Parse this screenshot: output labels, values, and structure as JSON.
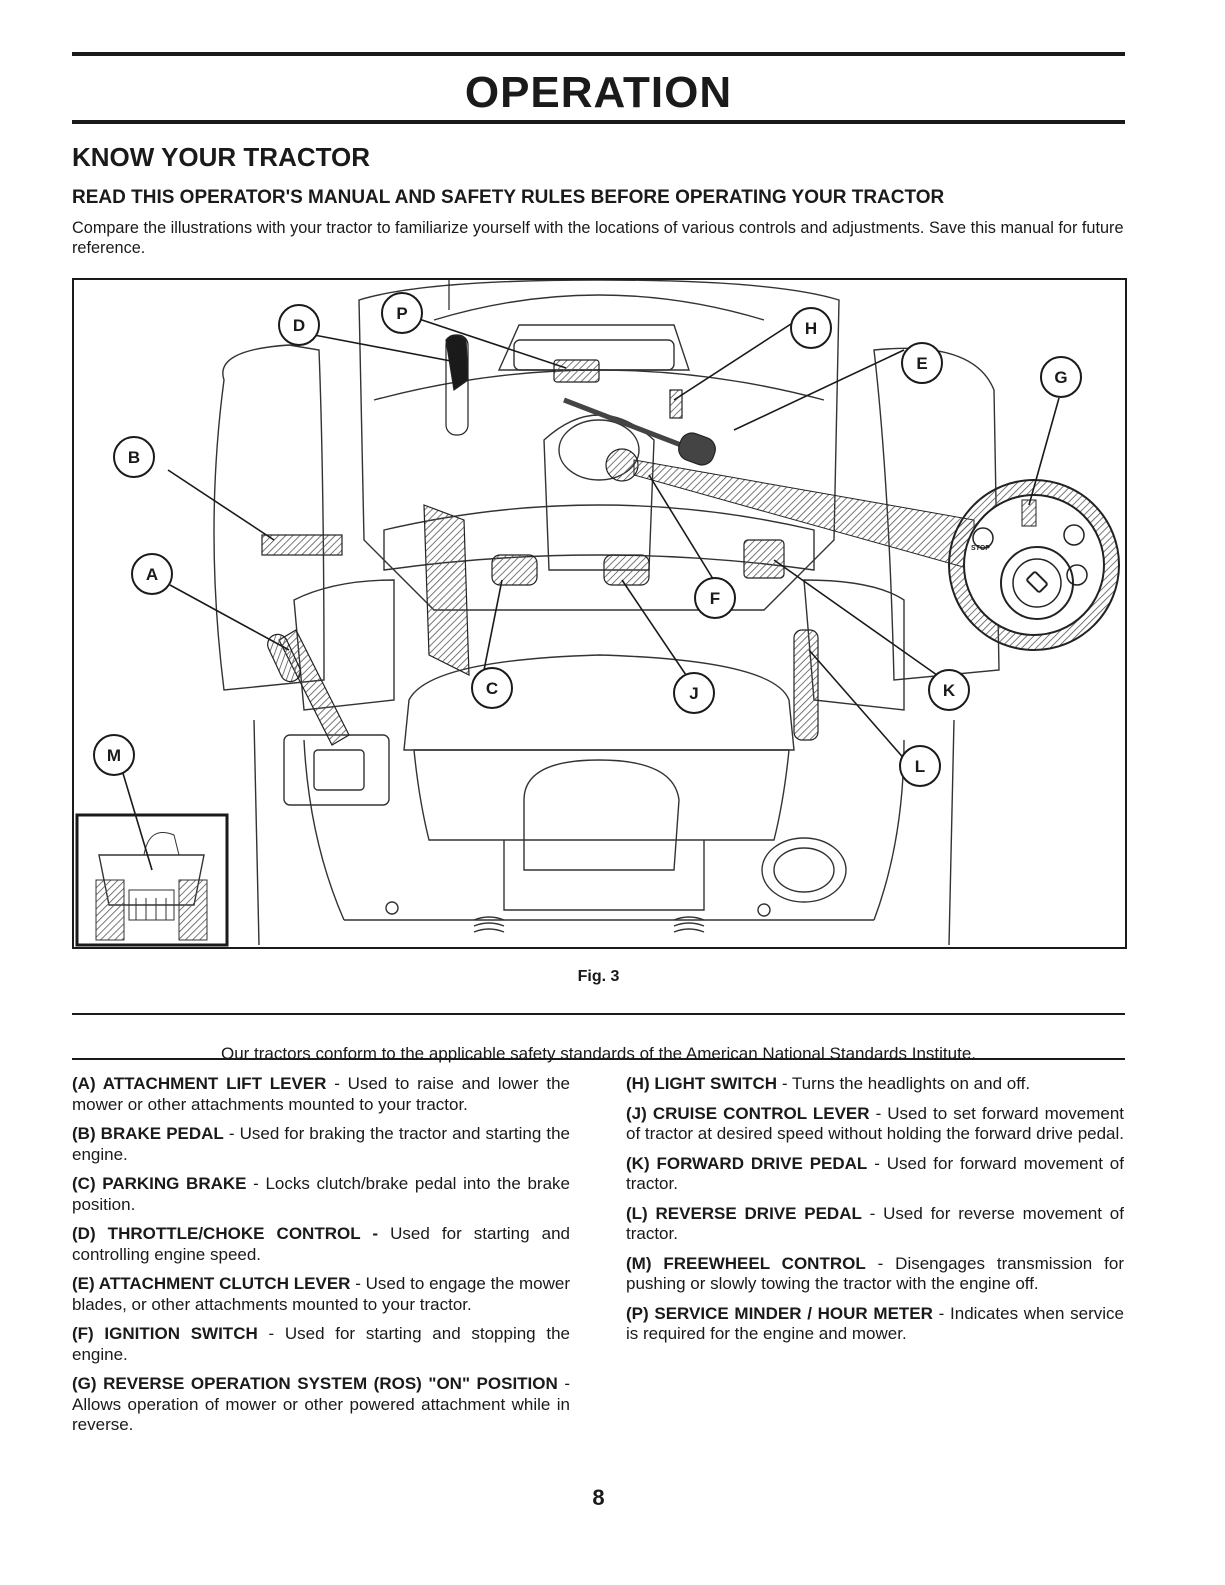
{
  "header": {
    "title": "OPERATION"
  },
  "section": {
    "title": "KNOW YOUR TRACTOR",
    "subtitle": "READ THIS OPERATOR'S MANUAL AND SAFETY RULES BEFORE OPERATING YOUR TRACTOR",
    "intro": "Compare the illustrations with your tractor to familiarize yourself with the locations of various controls and adjustments. Save this manual for future reference."
  },
  "figure": {
    "caption": "Fig. 3",
    "ignition_stop_label": "STOP",
    "callouts": [
      "D",
      "P",
      "H",
      "E",
      "G",
      "B",
      "A",
      "F",
      "C",
      "J",
      "K",
      "M",
      "L"
    ]
  },
  "standards_note": "Our tractors conform to the applicable safety standards of the American National Standards Institute.",
  "controls_left": [
    {
      "term": "(A) ATTACHMENT LIFT LEVER",
      "desc": " - Used to raise and lower the mower or other attachments mounted to your tractor."
    },
    {
      "term": "(B) BRAKE PEDAL",
      "desc": " - Used for braking the tractor and starting the engine."
    },
    {
      "term": "(C) PARKING BRAKE",
      "desc": " - Locks clutch/brake pedal into the brake position."
    },
    {
      "term": "(D) THROTTLE/CHOKE CONTROL -",
      "desc": " Used for starting and controlling engine speed."
    },
    {
      "term": "(E) ATTACHMENT CLUTCH LEVER",
      "desc": " - Used to engage the mower blades, or other attachments mounted to your tractor."
    },
    {
      "term": "(F) IGNITION SWITCH",
      "desc": " - Used for starting and stopping the engine."
    },
    {
      "term": "(G) REVERSE OPERATION SYSTEM (ROS) \"ON\" POSITION",
      "desc": " - Allows operation of mower or other powered attachment while in reverse."
    }
  ],
  "controls_right": [
    {
      "term": "(H) LIGHT SWITCH",
      "desc": " - Turns the headlights on and off."
    },
    {
      "term": "(J) CRUISE CONTROL LEVER",
      "desc": " - Used to set forward movement of tractor at desired speed without holding the forward drive pedal."
    },
    {
      "term": "(K) FORWARD DRIVE PEDAL",
      "desc": " - Used for forward movement of tractor."
    },
    {
      "term": "(L) REVERSE DRIVE PEDAL",
      "desc": " - Used for reverse movement of tractor."
    },
    {
      "term": "(M) FREEWHEEL CONTROL",
      "desc": " - Disengages transmission for pushing or slowly towing the tractor with the engine off."
    },
    {
      "term": "(P) SERVICE MINDER / HOUR METER",
      "desc": " - Indicates when service is required for the engine and mower."
    }
  ],
  "page_number": "8"
}
